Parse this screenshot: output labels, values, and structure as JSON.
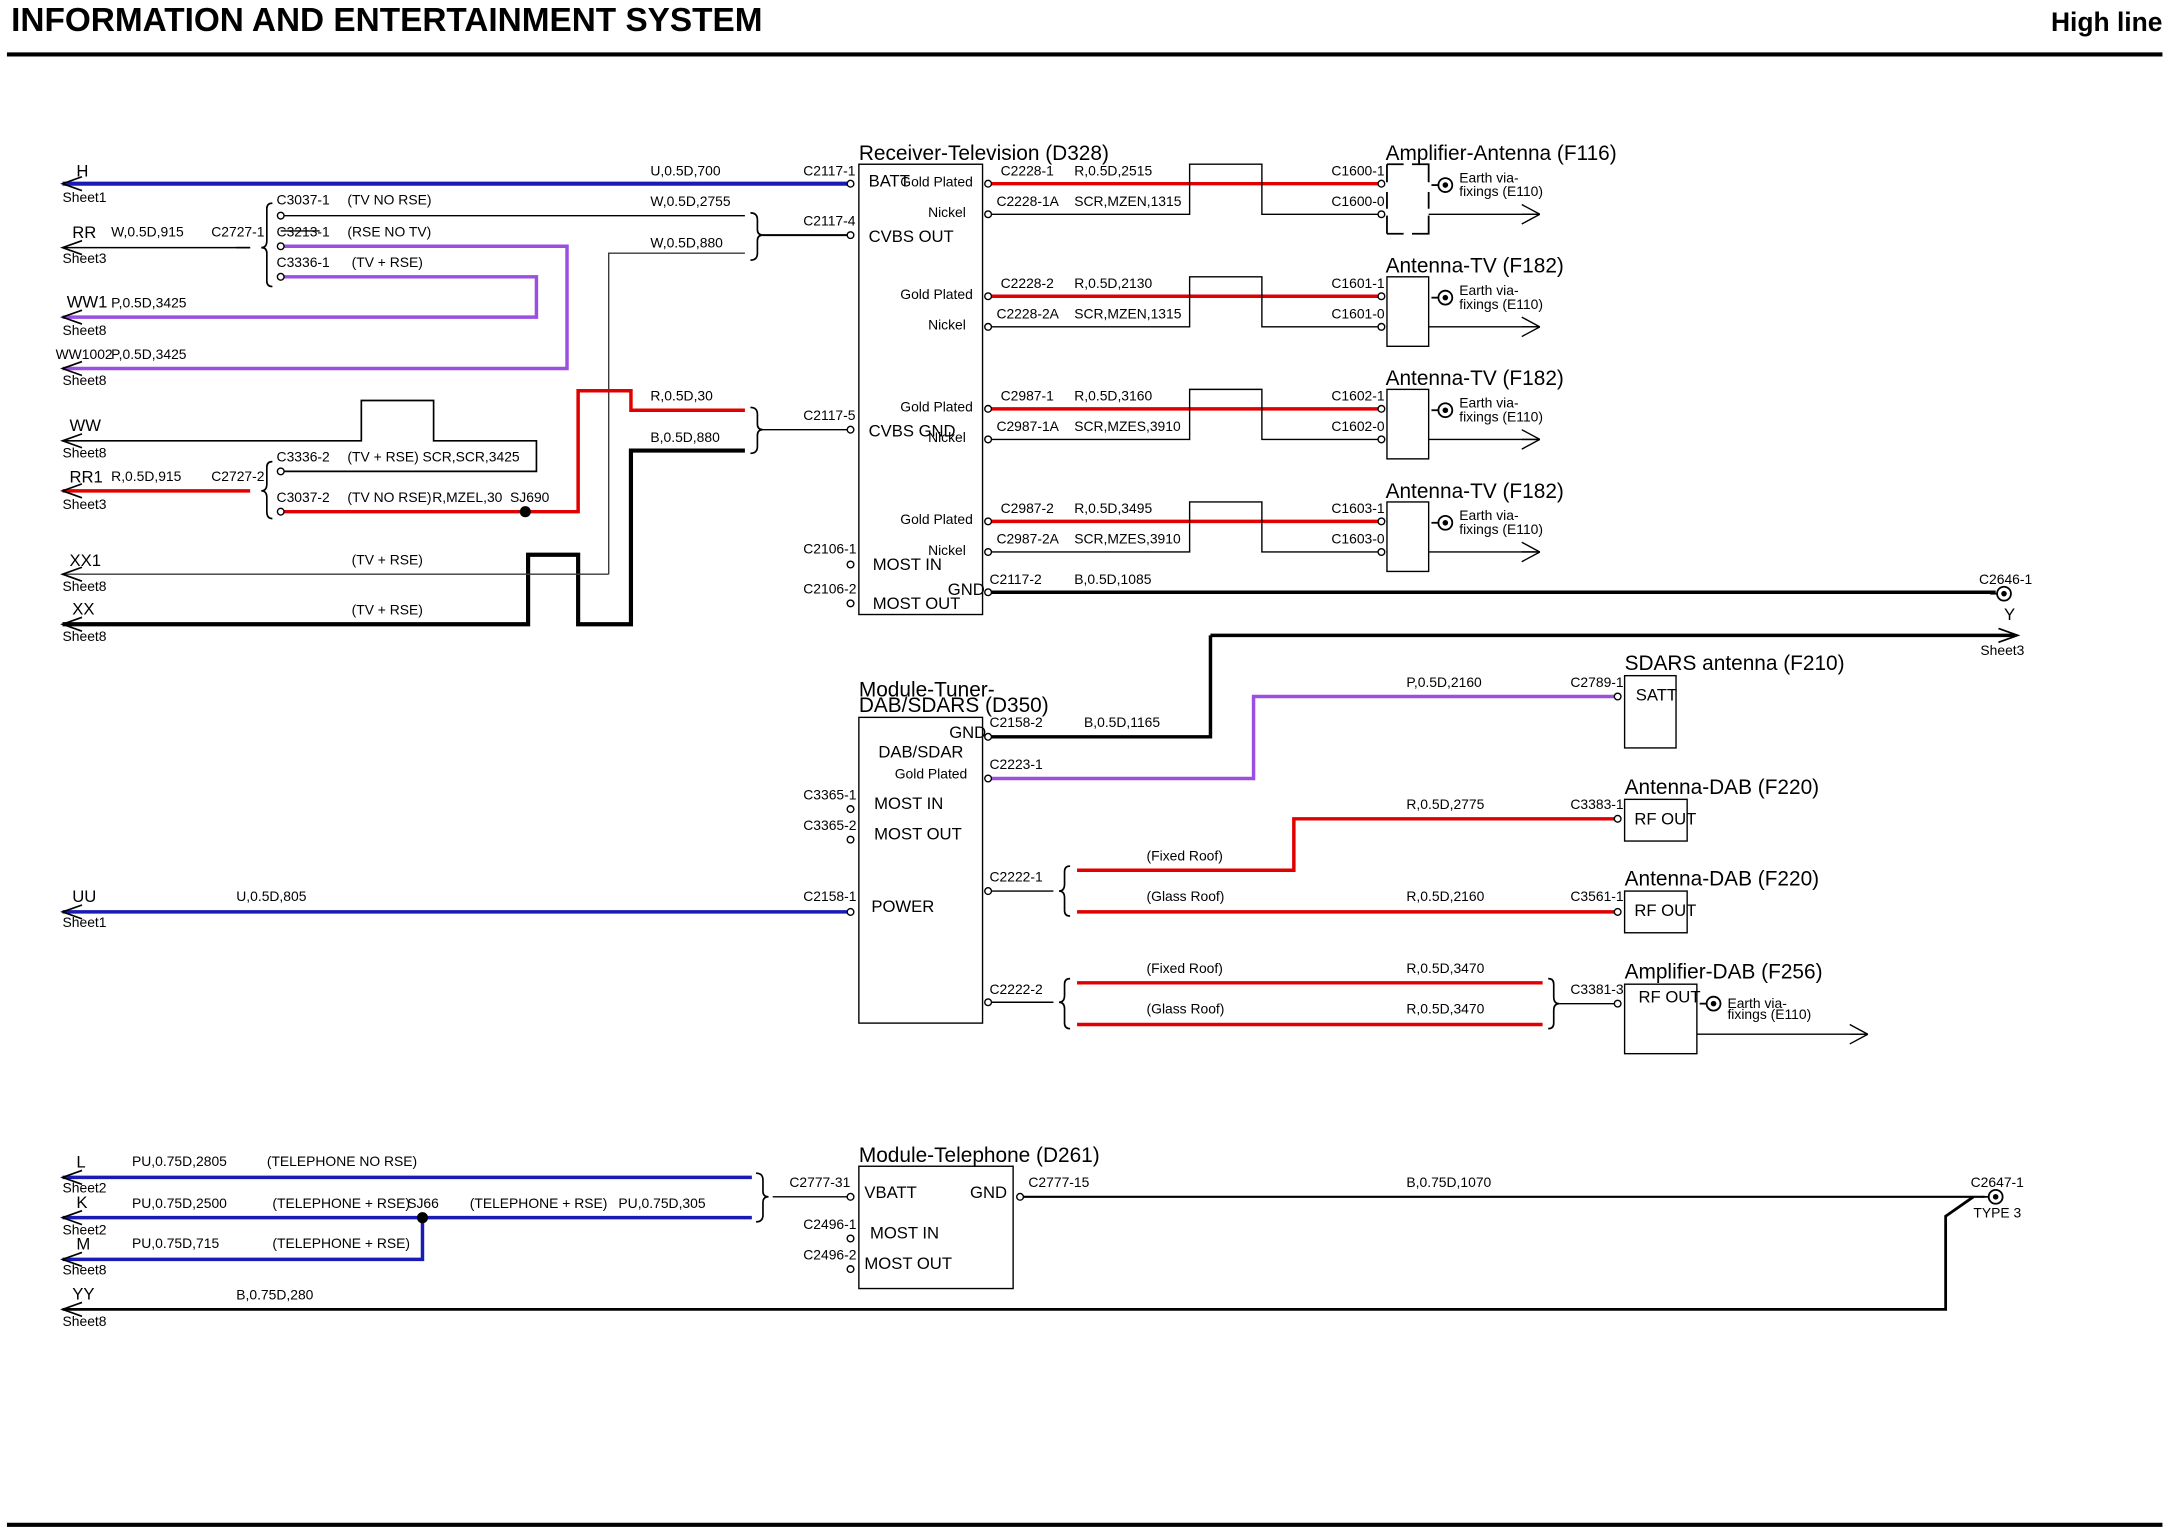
{
  "header": {
    "title": "INFORMATION AND ENTERTAINMENT SYSTEM",
    "variant": "High line"
  },
  "colors": {
    "blue": "#1a1ab4",
    "purple": "#9a4fe0",
    "red": "#e00000",
    "black": "#000000",
    "thin": "#3a3a3a"
  },
  "icons": {
    "ground": "earth-ground-icon",
    "antenna": "antenna-icon",
    "terminal": "connector-terminal-icon",
    "offpage": "off-page-arrow-icon",
    "splice": "splice-dot-icon"
  },
  "components": [
    {
      "id": "D328",
      "name": "Receiver-Television (D328)",
      "pins": [
        "BATT",
        "CVBS OUT",
        "CVBS GND",
        "MOST IN",
        "MOST OUT",
        "GND"
      ],
      "finish": [
        "Gold Plated",
        "Nickel",
        "Gold Plated",
        "Nickel",
        "Gold Plated",
        "Nickel",
        "Gold Plated",
        "Nickel"
      ]
    },
    {
      "id": "D350",
      "name_1": "Module-Tuner-",
      "name_2": "DAB/SDARS (D350)",
      "pins": [
        "GND",
        "DAB/SDAR",
        "Gold Plated",
        "MOST IN",
        "MOST OUT",
        "POWER"
      ]
    },
    {
      "id": "D261",
      "name": "Module-Telephone (D261)",
      "pins": [
        "VBATT",
        "GND",
        "MOST IN",
        "MOST OUT"
      ]
    },
    {
      "id": "F116",
      "name": "Amplifier-Antenna (F116)"
    },
    {
      "id": "F182",
      "name": "Antenna-TV (F182)"
    },
    {
      "id": "F210",
      "name": "SDARS antenna (F210)",
      "box": "SATT"
    },
    {
      "id": "F220",
      "name": "Antenna-DAB (F220)",
      "box": "RF OUT"
    },
    {
      "id": "F256",
      "name": "Amplifier-DAB (F256)",
      "box": "RF OUT"
    }
  ],
  "earth_label": [
    "Earth via-",
    "fixings (E110)"
  ],
  "connectors": [
    "C2117-1",
    "C2117-4",
    "C2117-5",
    "C2106-1",
    "C2106-2",
    "C2228-1",
    "C2228-1A",
    "C2228-2",
    "C2228-2A",
    "C2987-1",
    "C2987-1A",
    "C2987-2",
    "C2987-2A",
    "C2117-2",
    "C1600-1",
    "C1600-0",
    "C1601-1",
    "C1601-0",
    "C1602-1",
    "C1602-0",
    "C1603-1",
    "C1603-0",
    "C2646-1",
    "C3037-1",
    "C3213-1",
    "C3336-1",
    "C2727-1",
    "C3336-2",
    "C3037-2",
    "C2727-2",
    "SJ690",
    "C2158-2",
    "C2223-1",
    "C3365-1",
    "C3365-2",
    "C2158-1",
    "C2222-1",
    "C2222-2",
    "C2789-1",
    "C3383-1",
    "C3561-1",
    "C3381-3",
    "C2777-31",
    "C2496-1",
    "C2496-2",
    "C2777-15",
    "C2647-1",
    "TYPE 3",
    "SJ66"
  ],
  "wires": [
    "U,0.5D,700",
    "W,0.5D,2755",
    "W,0.5D,880",
    "W,0.5D,915",
    "P,0.5D,3425",
    "R,0.5D,30",
    "B,0.5D,880",
    "SCR,SCR,3425",
    "R,0.5D,915",
    "R,MZEL,30",
    "R,0.5D,2515",
    "SCR,MZEN,1315",
    "R,0.5D,2130",
    "R,0.5D,3160",
    "SCR,MZES,3910",
    "R,0.5D,3495",
    "B,0.5D,1085",
    "B,0.5D,1165",
    "P,0.5D,2160",
    "R,0.5D,2775",
    "R,0.5D,2160",
    "R,0.5D,3470",
    "U,0.5D,805",
    "PU,0.75D,2805",
    "PU,0.75D,2500",
    "PU,0.75D,305",
    "PU,0.75D,715",
    "B,0.75D,1070",
    "B,0.75D,280"
  ],
  "conditions": [
    "(TV NO RSE)",
    "(RSE NO TV)",
    "(TV + RSE)",
    "(Fixed Roof)",
    "(Glass Roof)",
    "(TELEPHONE NO RSE)",
    "(TELEPHONE + RSE)"
  ],
  "offpage": [
    {
      "label": "H",
      "sheet": "Sheet1"
    },
    {
      "label": "RR",
      "sheet": "Sheet3"
    },
    {
      "label": "WW1",
      "sheet": "Sheet8"
    },
    {
      "label": "WW1002",
      "sheet": "Sheet8"
    },
    {
      "label": "WW",
      "sheet": "Sheet8"
    },
    {
      "label": "RR1",
      "sheet": "Sheet3"
    },
    {
      "label": "XX1",
      "sheet": "Sheet8"
    },
    {
      "label": "XX",
      "sheet": "Sheet8"
    },
    {
      "label": "Y",
      "sheet": "Sheet3"
    },
    {
      "label": "UU",
      "sheet": "Sheet1"
    },
    {
      "label": "L",
      "sheet": "Sheet2"
    },
    {
      "label": "K",
      "sheet": "Sheet2"
    },
    {
      "label": "M",
      "sheet": "Sheet8"
    },
    {
      "label": "YY",
      "sheet": "Sheet8"
    }
  ]
}
